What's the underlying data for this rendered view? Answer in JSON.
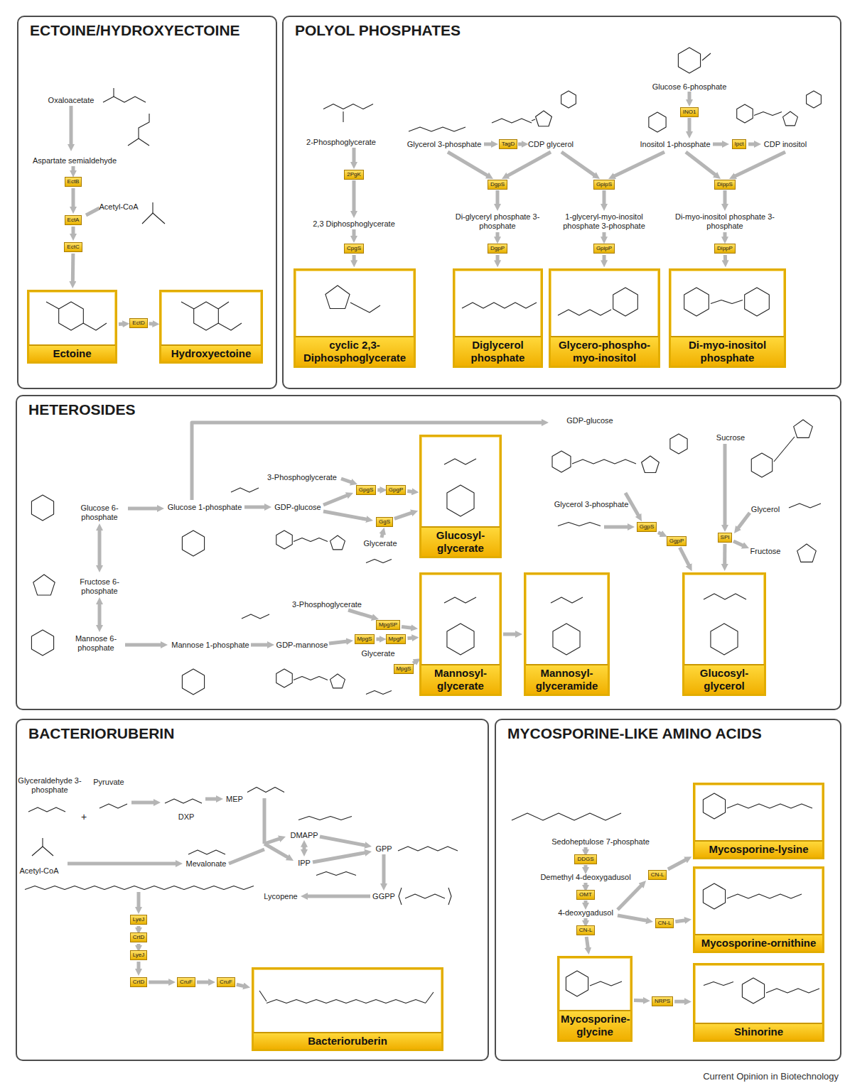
{
  "diagram": {
    "nodes": [
      {
        "text": [
          "ECTOINE/HYDROXYECTOINE"
        ]
      },
      {
        "text": [
          "EctB"
        ],
        "in": 0
      },
      {
        "text": [
          "EctA"
        ],
        "in": 0
      },
      {
        "text": [
          "EctC"
        ],
        "in": 0
      },
      {
        "text": [
          "Ectoine"
        ],
        "in": 0
      },
      {
        "text": [
          "EctD"
        ],
        "in": 0
      },
      {
        "text": [
          "Hydroxyectoine"
        ],
        "in": 0
      },
      {
        "text": [
          "POLYOL PHOSPHATES"
        ]
      },
      {
        "text": [
          "INO1"
        ],
        "in": 7
      },
      {
        "text": [
          "TagD"
        ],
        "in": 7
      },
      {
        "text": [
          "Ipct"
        ],
        "in": 7
      },
      {
        "text": [
          "2PgK"
        ],
        "in": 7
      },
      {
        "text": [
          "DgpS"
        ],
        "in": 7
      },
      {
        "text": [
          "GpipS"
        ],
        "in": 7
      },
      {
        "text": [
          "DippS"
        ],
        "in": 7
      },
      {
        "text": [
          "CpgS"
        ],
        "in": 7
      },
      {
        "text": [
          "DgpP"
        ],
        "in": 7
      },
      {
        "text": [
          "GpipP"
        ],
        "in": 7
      },
      {
        "text": [
          "DippP"
        ],
        "in": 7
      },
      {
        "text": [
          "cyclic 2,3-Diphosphoglycerate"
        ],
        "in": 7
      },
      {
        "text": [
          "Diglycerol phosphate"
        ],
        "in": 7
      },
      {
        "text": [
          "Glycero-phospho-myo-inositol"
        ],
        "in": 7
      },
      {
        "text": [
          "Di-myo-inositol phosphate"
        ],
        "in": 7
      },
      {
        "text": [
          "HETEROSIDES"
        ]
      },
      {
        "text": [
          "Glucosyl-glycerate"
        ],
        "in": 23
      },
      {
        "text": [
          "GpgS"
        ],
        "in": 23
      },
      {
        "text": [
          "GpgP"
        ],
        "in": 23
      },
      {
        "text": [
          "GgS"
        ],
        "in": 23
      },
      {
        "text": [
          "GgpS"
        ],
        "in": 23
      },
      {
        "text": [
          "SPI"
        ],
        "in": 23
      },
      {
        "text": [
          "GgpP"
        ],
        "in": 23
      },
      {
        "text": [
          "MpgSP"
        ],
        "in": 23
      },
      {
        "text": [
          "MpgS"
        ],
        "in": 23
      },
      {
        "text": [
          "MpgP"
        ],
        "in": 23
      },
      {
        "text": [
          "MpgS"
        ],
        "in": 23
      },
      {
        "text": [
          "Mannosyl-glycerate"
        ],
        "in": 23
      },
      {
        "text": [
          "Mannosyl-glyceramide"
        ],
        "in": 23
      },
      {
        "text": [
          "Glucosyl-glycerol"
        ],
        "in": 23
      },
      {
        "text": [
          "BACTERIORUBERIN"
        ]
      },
      {
        "text": [
          "LyeJ"
        ],
        "in": 38
      },
      {
        "text": [
          "CrtD"
        ],
        "in": 38
      },
      {
        "text": [
          "LyeJ"
        ],
        "in": 38
      },
      {
        "text": [
          "CrtD"
        ],
        "in": 38
      },
      {
        "text": [
          "CruF"
        ],
        "in": 38
      },
      {
        "text": [
          "CruF"
        ],
        "in": 38
      },
      {
        "text": [
          "Bacterioruberin"
        ],
        "in": 38
      },
      {
        "text": [
          "MYCOSPORINE-LIKE AMINO ACIDS"
        ]
      },
      {
        "text": [
          "Mycosporine-lysine"
        ],
        "in": 46
      },
      {
        "text": [
          "DDGS"
        ],
        "in": 46
      },
      {
        "text": [
          "CN-L"
        ],
        "in": 46
      },
      {
        "text": [
          "OMT"
        ],
        "in": 46
      },
      {
        "text": [
          "Mycosporine-ornithine"
        ],
        "in": 46
      },
      {
        "text": [
          "CN-L"
        ],
        "in": 46
      },
      {
        "text": [
          "CN-L"
        ],
        "in": 46
      },
      {
        "text": [
          "Mycosporine-glycine"
        ],
        "in": 46
      },
      {
        "text": [
          "NRPS"
        ],
        "in": 46
      },
      {
        "text": [
          "Shinorine"
        ],
        "in": 46
      }
    ],
    "edges": [
      {
        "from": 1,
        "to": 2,
        "arrow": "to"
      },
      {
        "from": 2,
        "to": 3,
        "arrow": "to"
      },
      {
        "from": 3,
        "to": 4,
        "arrow": "to"
      },
      {
        "from": 4,
        "to": 5,
        "arrow": "to"
      },
      {
        "from": 5,
        "to": 6,
        "arrow": "to"
      },
      {
        "from": 15,
        "to": 19,
        "arrow": "to"
      },
      {
        "from": 16,
        "to": 20,
        "arrow": "to"
      },
      {
        "from": 17,
        "to": 21,
        "arrow": "to"
      },
      {
        "from": 18,
        "to": 22,
        "arrow": "to"
      },
      {
        "from": 25,
        "to": 26,
        "arrow": "to"
      },
      {
        "from": 26,
        "to": 24,
        "arrow": "to"
      },
      {
        "from": 27,
        "to": 24,
        "arrow": "to"
      },
      {
        "from": 28,
        "to": 30,
        "arrow": "to"
      },
      {
        "from": 30,
        "to": 37,
        "arrow": "to"
      },
      {
        "from": 29,
        "to": 37,
        "arrow": "to"
      },
      {
        "from": 32,
        "to": 33,
        "arrow": "to"
      },
      {
        "from": 33,
        "to": 35,
        "arrow": "to"
      },
      {
        "from": 31,
        "to": 35,
        "arrow": "to"
      },
      {
        "from": 34,
        "to": 35,
        "arrow": "to"
      },
      {
        "from": 35,
        "to": 36,
        "arrow": "to"
      },
      {
        "from": 39,
        "to": 40,
        "arrow": "to"
      },
      {
        "from": 40,
        "to": 41,
        "arrow": "to"
      },
      {
        "from": 41,
        "to": 42,
        "arrow": "to"
      },
      {
        "from": 42,
        "to": 43,
        "arrow": "to"
      },
      {
        "from": 43,
        "to": 44,
        "arrow": "to"
      },
      {
        "from": 44,
        "to": 45,
        "arrow": "to"
      },
      {
        "from": 53,
        "to": 54,
        "arrow": "to"
      },
      {
        "from": 49,
        "to": 47,
        "arrow": "to"
      },
      {
        "from": 52,
        "to": 51,
        "arrow": "to"
      },
      {
        "from": 54,
        "to": 55,
        "arrow": "to"
      },
      {
        "from": 55,
        "to": 56,
        "arrow": "to"
      }
    ],
    "labels": [
      "Oxaloacetate",
      "Aspartate semialdehyde",
      "Acetyl-CoA",
      "Glucose 6-phosphate",
      "2-Phosphoglycerate",
      "Glycerol 3-phosphate",
      "CDP glycerol",
      "Inositol 1-phosphate",
      "CDP inositol",
      "2,3 Diphosphoglycerate",
      "Di-glyceryl phosphate 3-phosphate",
      "1-glyceryl-myo-inositol phosphate 3-phosphate",
      "Di-myo-inositol phosphate 3-phosphate",
      "Glucose 6-phosphate",
      "Glucose 1-phosphate",
      "GDP-glucose",
      "3-Phosphoglycerate",
      "Glycerate",
      "GDP-glucose",
      "Sucrose",
      "Glycerol 3-phosphate",
      "Glycerol",
      "Fructose",
      "Fructose 6-phosphate",
      "Mannose 6-phosphate",
      "Mannose 1-phosphate",
      "GDP-mannose",
      "3-Phosphoglycerate",
      "Glycerate",
      "Glyceraldehyde 3-phosphate",
      "Pyruvate",
      "+",
      "DXP",
      "MEP",
      "DMAPP",
      "IPP",
      "GPP",
      "Acetyl-CoA",
      "Mevalonate",
      "Lycopene",
      "GGPP",
      "Sedoheptulose 7-phosphate",
      "Demethyl 4-deoxygadusol",
      "4-deoxygadusol",
      "Current Opinion in Biotechnology"
    ]
  }
}
